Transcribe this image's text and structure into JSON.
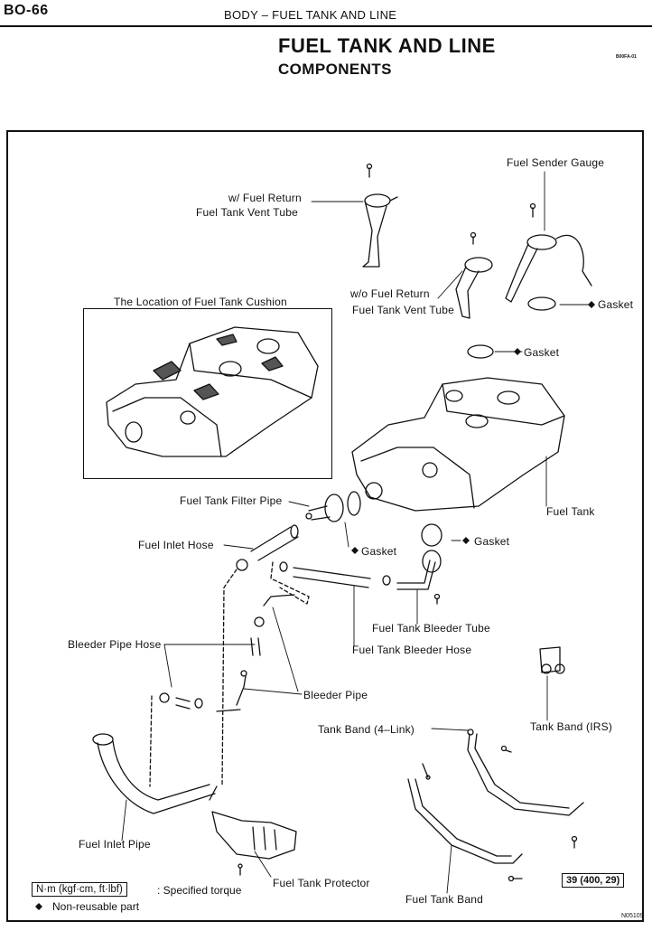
{
  "header": {
    "page_number": "BO-66",
    "section_title": "BODY – FUEL TANK AND LINE",
    "main_title": "FUEL TANK AND LINE",
    "subtitle": "COMPONENTS",
    "corner_code": "B00FA-01"
  },
  "inset": {
    "title": "The Location of Fuel Tank Cushion"
  },
  "labels": {
    "fuel_sender_gauge": "Fuel Sender Gauge",
    "w_fuel_return_1": "w/ Fuel Return",
    "w_fuel_return_2": "Fuel Tank Vent Tube",
    "wo_fuel_return_1": "w/o Fuel Return",
    "wo_fuel_return_2": "Fuel Tank Vent Tube",
    "gasket_sender": "Gasket",
    "gasket_vent": "Gasket",
    "fuel_tank": "Fuel Tank",
    "fuel_tank_filter_pipe": "Fuel Tank Filter Pipe",
    "fuel_inlet_hose": "Fuel Inlet Hose",
    "gasket_filter": "Gasket",
    "gasket_bleeder": "Gasket",
    "fuel_tank_bleeder_tube": "Fuel Tank Bleeder Tube",
    "fuel_tank_bleeder_hose": "Fuel Tank Bleeder Hose",
    "bleeder_pipe_hose": "Bleeder Pipe Hose",
    "bleeder_pipe": "Bleeder Pipe",
    "tank_band_irs": "Tank Band (IRS)",
    "tank_band_4link": "Tank Band (4–Link)",
    "fuel_inlet_pipe": "Fuel Inlet Pipe",
    "fuel_tank_protector": "Fuel Tank Protector",
    "fuel_tank_band": "Fuel Tank Band"
  },
  "legend": {
    "torque_unit": "N·m (kgf·cm, ft·lbf)",
    "torque_text": ": Specified torque",
    "nonreusable_symbol": "◆",
    "nonreusable_text": "Non-reusable part"
  },
  "torque_spec": "39 (400, 29)",
  "figure_code": "N05109",
  "colors": {
    "ink": "#111111",
    "paper": "#ffffff"
  }
}
